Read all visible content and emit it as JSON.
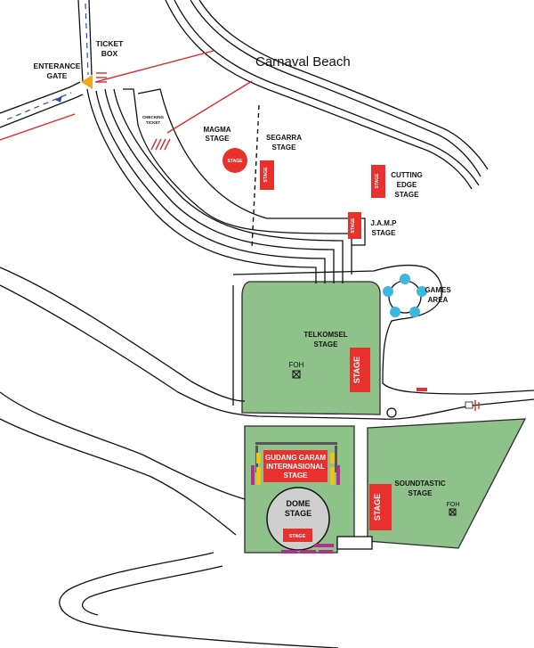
{
  "title": "Carnaval Beach",
  "labels": {
    "entrance_gate_1": "ENTERANCE",
    "entrance_gate_2": "GATE",
    "ticket_box_1": "TICKET",
    "ticket_box_2": "BOX",
    "checking_ticket_1": "CHECKING",
    "checking_ticket_2": "TICKET",
    "magma_1": "MAGMA",
    "magma_2": "STAGE",
    "segarra_1": "SEGARRA",
    "segarra_2": "STAGE",
    "cutting_edge_1": "CUTTING",
    "cutting_edge_2": "EDGE",
    "cutting_edge_3": "STAGE",
    "jamp_1": "J.A.M.P",
    "jamp_2": "STAGE",
    "games_1": "GAMES",
    "games_2": "AREA",
    "telkomsel_1": "TELKOMSEL",
    "telkomsel_2": "STAGE",
    "gudang_1": "GUDANG GARAM",
    "gudang_2": "INTERNASIONAL",
    "gudang_3": "STAGE",
    "dome_1": "DOME",
    "dome_2": "STAGE",
    "soundtastic_1": "SOUNDTASTIC",
    "soundtastic_2": "STAGE"
  },
  "signs": {
    "stage": "STAGE",
    "foh": "FOH"
  },
  "colors": {
    "grass": "#8fc28a",
    "grass_border": "#2b2b2b",
    "stage_red": "#e8312e",
    "access_red": "#e0282c",
    "road": "#111111",
    "games_blue": "#3bb8e0",
    "gate_orange": "#f2a81d",
    "path_blue": "#2a4fa0",
    "dome_gray": "#cfcfcf",
    "barrier_yellow": "#f2c315",
    "barrier_magenta": "#b0308a"
  }
}
